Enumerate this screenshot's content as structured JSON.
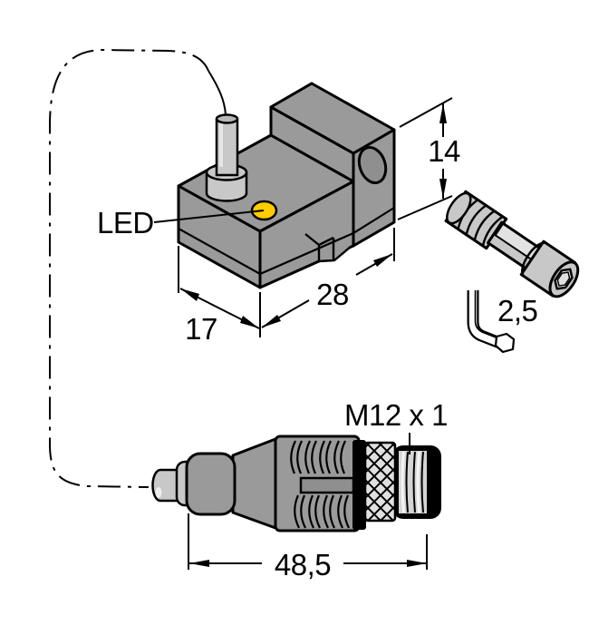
{
  "drawing": {
    "description": "Isometric dimensional drawing of a magnetic-field sensor block with cable gland, LED, mounting screw with hex key, and M12 cable connector",
    "labels": {
      "led": "LED",
      "connector_thread": "M12 x 1",
      "hex_key_size": "2,5"
    },
    "dimensions": {
      "body_height": "14",
      "body_length": "28",
      "body_width": "17",
      "connector_length": "48,5"
    },
    "colors": {
      "background": "#ffffff",
      "body_gray": "#9a9a9a",
      "hardware_gray": "#c8c8c8",
      "knurl_gray": "#e0e0e0",
      "slot_gray": "#8f8f8f",
      "led_yellow": "#ffcc00",
      "outline_black": "#000000"
    }
  }
}
